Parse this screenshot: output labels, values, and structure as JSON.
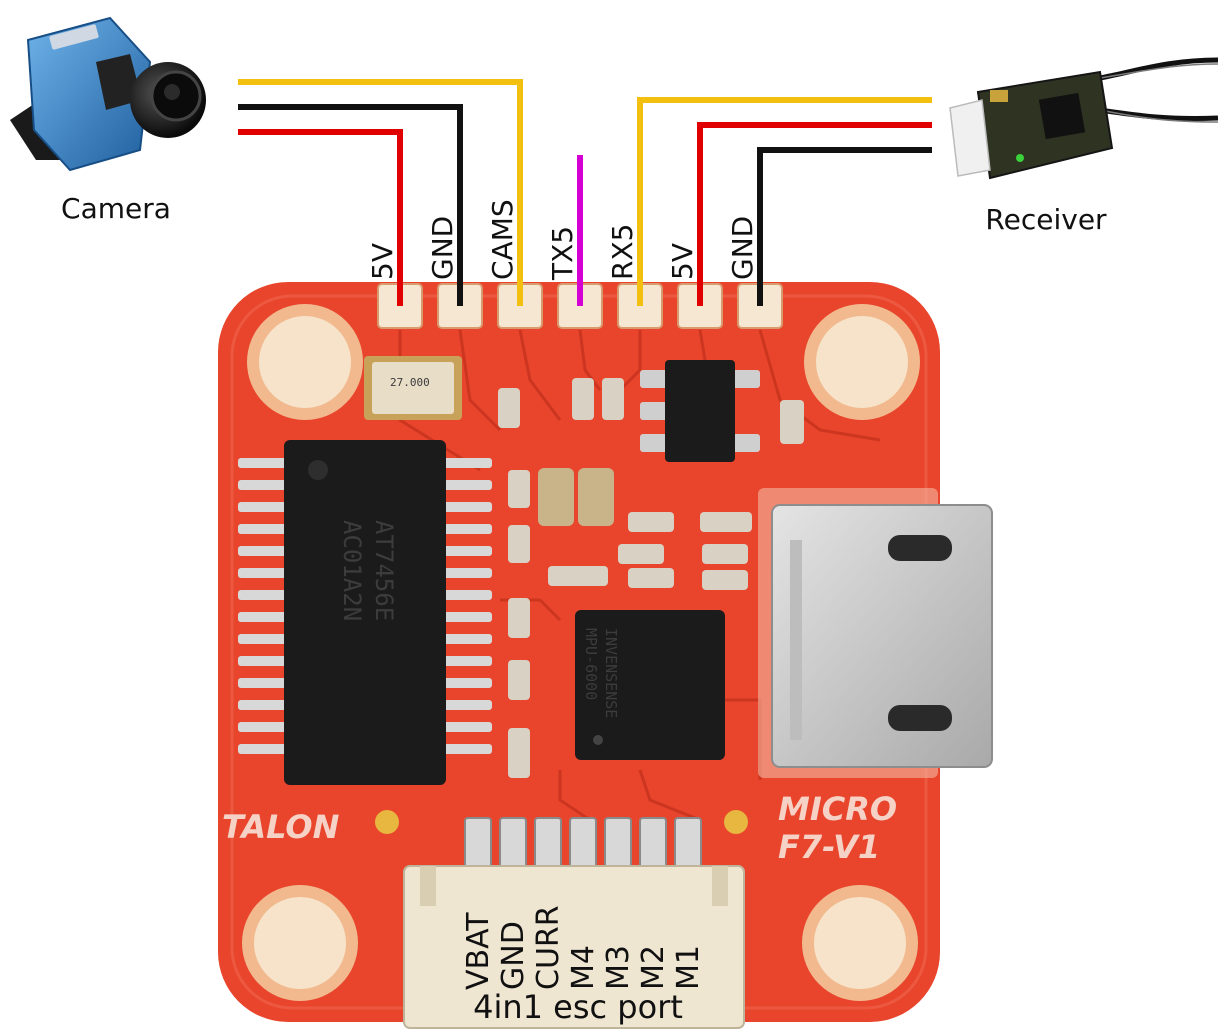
{
  "devices": {
    "camera_label": "Camera",
    "receiver_label": "Receiver"
  },
  "top_pads": [
    "5V",
    "GND",
    "CAMS",
    "TX5",
    "RX5",
    "5V",
    "GND"
  ],
  "bottom_pins": [
    "VBAT",
    "GND",
    "CURR",
    "M4",
    "M3",
    "M2",
    "M1"
  ],
  "port_label": "4in1 esc port",
  "board": {
    "brand": "TALON",
    "model_line1": "MICRO",
    "model_line2": "F7-V1",
    "ic_main_line1": "AT7456E",
    "ic_main_line2": "AC01A2N",
    "crystal": "27.000",
    "imu_line1": "INVENSENSE",
    "imu_line2": "MPU-6000"
  },
  "colors": {
    "pcb": "#e8452c",
    "wire_yellow": "#f3c010",
    "wire_black": "#111111",
    "wire_red": "#e00000",
    "wire_magenta": "#d400d4"
  }
}
